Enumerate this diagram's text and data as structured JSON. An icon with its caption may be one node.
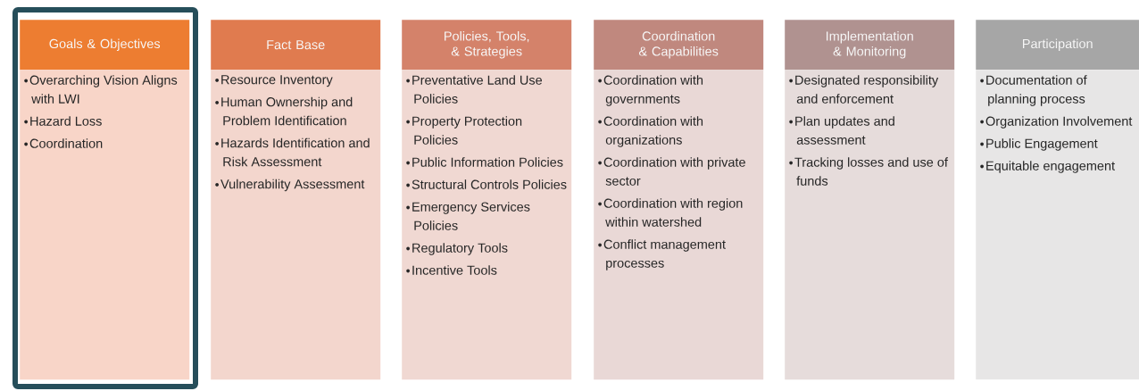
{
  "diagram": {
    "nodes": [
      {
        "text": [
          "Goals & Objectives",
          "Overarching Vision Aligns with LWI",
          "Hazard Loss",
          "Coordination"
        ]
      },
      {
        "text": [
          "Fact Base",
          "Resource Inventory",
          "Human Ownership and Problem Identification",
          "Hazards Identification and Risk Assessment",
          "Vulnerability Assessment"
        ]
      },
      {
        "text": [
          "Policies, Tools, & Strategies",
          "Preventative Land Use Policies",
          "Property Protection Policies",
          "Public Information Policies",
          "Structural Controls Policies",
          "Emergency Services Policies",
          "Regulatory Tools",
          "Incentive Tools"
        ]
      },
      {
        "text": [
          "Coordination & Capabilities",
          "Coordination with governments",
          "Coordination with organizations",
          "Coordination with private sector",
          "Coordination with region within watershed",
          "Conflict management processes"
        ]
      },
      {
        "text": [
          "Implementation & Monitoring",
          "Designated responsibility and enforcement",
          "Plan updates and assessment",
          "Tracking losses and use of funds"
        ]
      },
      {
        "text": [
          "Participation",
          "Documentation of planning process",
          "Organization Involvement",
          "Public Engagement",
          "Equitable engagement"
        ]
      }
    ]
  }
}
